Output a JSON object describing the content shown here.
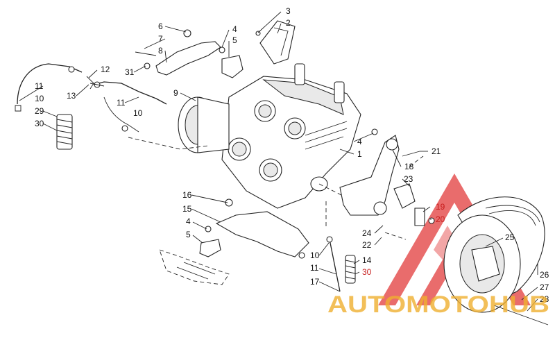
{
  "diagram": {
    "callouts": {
      "c1": "1",
      "c2": "2",
      "c3": "3",
      "c4a": "4",
      "c4b": "4",
      "c4c": "4",
      "c5a": "5",
      "c5b": "5",
      "c6": "6",
      "c7": "7",
      "c8": "8",
      "c9": "9",
      "c10a": "10",
      "c10b": "10",
      "c10c": "10",
      "c11a": "11",
      "c11b": "11",
      "c11c": "11",
      "c12": "12",
      "c13": "13",
      "c14": "14",
      "c15": "15",
      "c16": "16",
      "c17": "17",
      "c18": "18",
      "c19": "19",
      "c20": "20",
      "c21": "21",
      "c22": "22",
      "c23": "23",
      "c24": "24",
      "c25": "25",
      "c26": "26",
      "c27": "27",
      "c28": "28",
      "c29": "29",
      "c30a": "30",
      "c30b": "30",
      "c31": "31"
    }
  },
  "watermark": {
    "text": "AUTOMOTOHUB",
    "primary_color": "#e23b3b",
    "accent_color": "#f0b030",
    "dark_color": "#444444"
  }
}
